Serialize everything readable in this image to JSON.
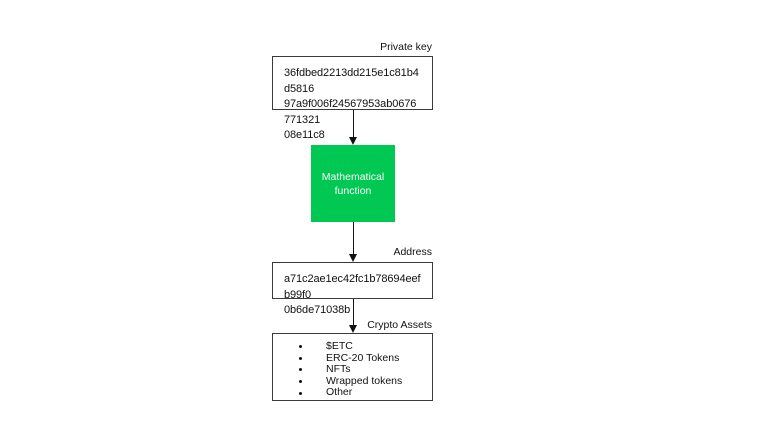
{
  "diagram": {
    "background_color": "#ffffff",
    "accent_color": "#00c853",
    "line_color": "#111111",
    "nodes": {
      "private_key": {
        "caption": "Private key",
        "value": "36fdbed2213dd215e1c81b4d5816\n97a9f006f24567953ab0676771321\n08e11c8"
      },
      "function": {
        "label": "Mathematical\nfunction"
      },
      "address": {
        "caption": "Address",
        "value": "a71c2ae1ec42fc1b78694eefb99f0\n0b6de71038b"
      },
      "assets": {
        "caption": "Crypto Assets",
        "items": [
          "$ETC",
          "ERC-20 Tokens",
          "NFTs",
          "Wrapped tokens",
          "Other"
        ]
      }
    }
  }
}
